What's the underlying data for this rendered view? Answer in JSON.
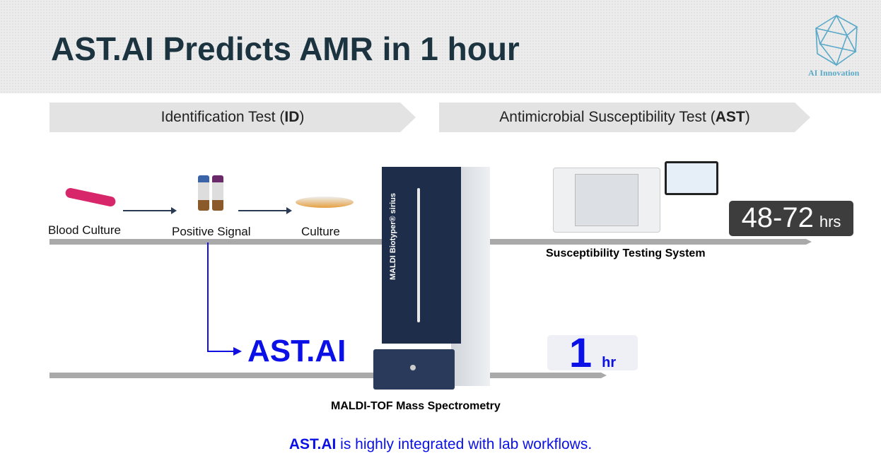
{
  "title": "AST.AI Predicts AMR in 1 hour",
  "logo": {
    "text": "AI Innovation",
    "color": "#5aa9c8"
  },
  "bands": {
    "id": {
      "pre": "Identification Test (",
      "bold": "ID",
      "post": ")"
    },
    "ast": {
      "pre": "Antimicrobial Susceptibility Test (",
      "bold": "AST",
      "post": ")"
    }
  },
  "steps": [
    "Blood Culture",
    "Positive Signal",
    "Culture"
  ],
  "instrument": {
    "brand": "MALDI Biotyper® sirius",
    "caption": "MALDI-TOF Mass Spectrometry"
  },
  "susceptibility": {
    "caption": "Susceptibility Testing System",
    "time": "48-72",
    "unit": "hrs"
  },
  "astai": {
    "label": "AST.AI",
    "time": "1",
    "unit": "hr",
    "color": "#0a10e6"
  },
  "footer": {
    "bold": "AST.AI",
    "rest": " is highly integrated with lab workflows."
  }
}
